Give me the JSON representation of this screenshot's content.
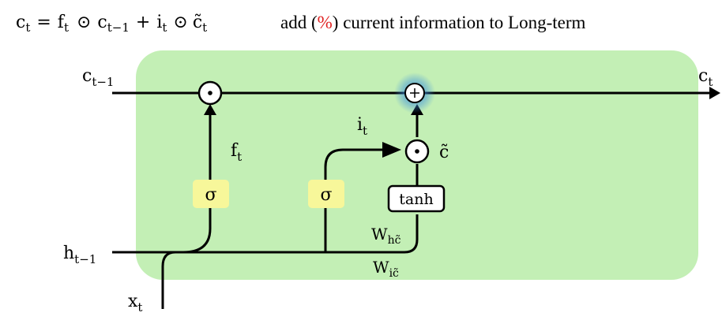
{
  "equation": {
    "lhs": "c",
    "lhs_sub": "t",
    "eq": "=",
    "f": "f",
    "f_sub": "t",
    "odot1": "⊙",
    "c_prev": "c",
    "c_prev_sub": "t−1",
    "plus": "+",
    "i": "i",
    "i_sub": "t",
    "odot2": "⊙",
    "ctilde": "c̃",
    "ctilde_sub": "t"
  },
  "caption": {
    "prefix": "add (",
    "highlight": "%",
    "suffix": ") current information to Long-term",
    "highlight_color": "#e02020"
  },
  "labels": {
    "c_in": "c",
    "c_in_sub": "t−1",
    "c_out": "c",
    "c_out_sub": "t",
    "h_in": "h",
    "h_in_sub": "t−1",
    "x_in": "x",
    "x_in_sub": "t",
    "f_gate": "f",
    "f_gate_sub": "t",
    "i_gate": "i",
    "i_gate_sub": "t",
    "ctilde": "c̃",
    "w_hc": "W",
    "w_hc_sub": "hc̃",
    "w_ic": "W",
    "w_ic_sub": "ic̃"
  },
  "blocks": {
    "sigma1": "σ",
    "sigma2": "σ",
    "tanh": "tanh"
  },
  "operators": {
    "mult1": "⊙",
    "mult2": "⊙",
    "add": "+"
  },
  "colors": {
    "cell_fill": "#c3efb5",
    "gate_fill": "#f7f79a",
    "highlight_glow": "#3a8fe0",
    "line": "#000000"
  }
}
